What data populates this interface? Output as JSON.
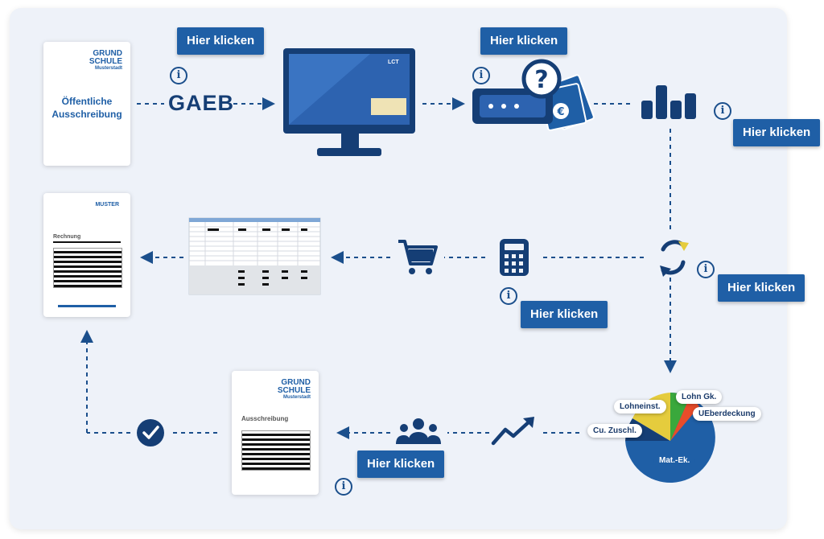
{
  "colors": {
    "primary": "#1f5fa6",
    "dark": "#1b4f8c",
    "navy": "#153e75",
    "panel": "#eef2f9",
    "lcd_bg": "#2d63b0",
    "pie_main": "#1f5fa6",
    "pie_yellow": "#e5cc3d",
    "pie_green": "#3aa83c",
    "pie_red": "#e84c2a"
  },
  "buttons": {
    "b1": "Hier klicken",
    "b2": "Hier klicken",
    "b3": "Hier klicken",
    "b4": "Hier klicken",
    "b5": "Hier klicken",
    "b6": "Hier klicken"
  },
  "tender_doc": {
    "logo_line1": "GRUND",
    "logo_line2": "SCHULE",
    "logo_line3": "Musterstadt",
    "title": "Öffentliche Ausschreibung"
  },
  "gaeb_label": "GAEB",
  "monitor": {
    "brand": "LCT"
  },
  "invoice": {
    "logo": "MUSTER",
    "title": "Rechnung"
  },
  "bottom_doc": {
    "logo_line1": "GRUND",
    "logo_line2": "SCHULE",
    "logo_line3": "Musterstadt",
    "title": "Ausschreibung"
  },
  "pie": {
    "labels": {
      "mat": "Mat.-Ek.",
      "lohneinst": "Lohneinst.",
      "lohngk": "Lohn Gk.",
      "ueber": "UEberdeckung",
      "cu": "Cu. Zuschl."
    }
  },
  "icons": [
    "document-icon",
    "monitor-icon",
    "money-question-icon",
    "bar-chart-icon",
    "refresh-icon",
    "calculator-icon",
    "cart-icon",
    "spreadsheet-icon",
    "invoice-icon",
    "check-icon",
    "team-icon",
    "trend-icon",
    "pie-chart-icon",
    "info-icon"
  ]
}
